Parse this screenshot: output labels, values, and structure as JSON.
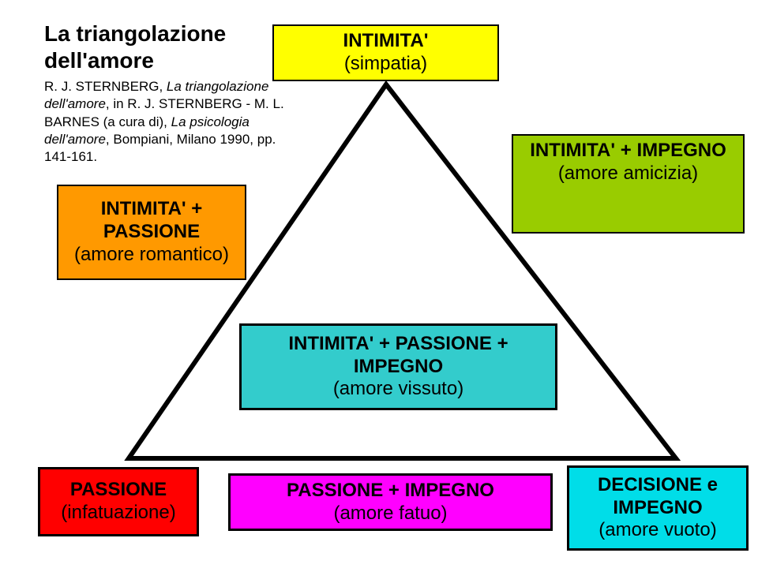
{
  "slide": {
    "title": "La triangolazione\ndell'amore",
    "citation": {
      "part1": "R. J. STERNBERG, ",
      "part2_italic": "La triangolazione dell'amore",
      "part3": ", in R. J. STERNBERG - M. L. BARNES (a cura di), ",
      "part4_italic": "La psicologia dell'amore",
      "part5": ", Bompiani, Milano 1990, pp. 141-161."
    }
  },
  "diagram": {
    "shape": "triangle-outline",
    "stroke_color": "#000000",
    "boxes": {
      "intimita": {
        "title": "INTIMITA'",
        "subtitle": "(simpatia)",
        "color": "#FFFF00"
      },
      "intimita_impegno": {
        "title": "INTIMITA' + IMPEGNO",
        "subtitle": "(amore amicizia)",
        "color": "#99CC00"
      },
      "intimita_passione": {
        "title": "INTIMITA' +\nPASSIONE",
        "subtitle": "(amore romantico)",
        "color": "#FF9900"
      },
      "intimita_passione_impegno": {
        "title": "INTIMITA' + PASSIONE +\nIMPEGNO",
        "subtitle": "(amore vissuto)",
        "color": "#33CCCC"
      },
      "passione": {
        "title": "PASSIONE",
        "subtitle": "(infatuazione)",
        "color": "#FF0000"
      },
      "passione_impegno": {
        "title": "PASSIONE + IMPEGNO",
        "subtitle": "(amore fatuo)",
        "color": "#FF00FF"
      },
      "decisione_impegno": {
        "title": "DECISIONE e\nIMPEGNO",
        "subtitle": "(amore vuoto)",
        "color": "#00DDE8"
      }
    }
  }
}
